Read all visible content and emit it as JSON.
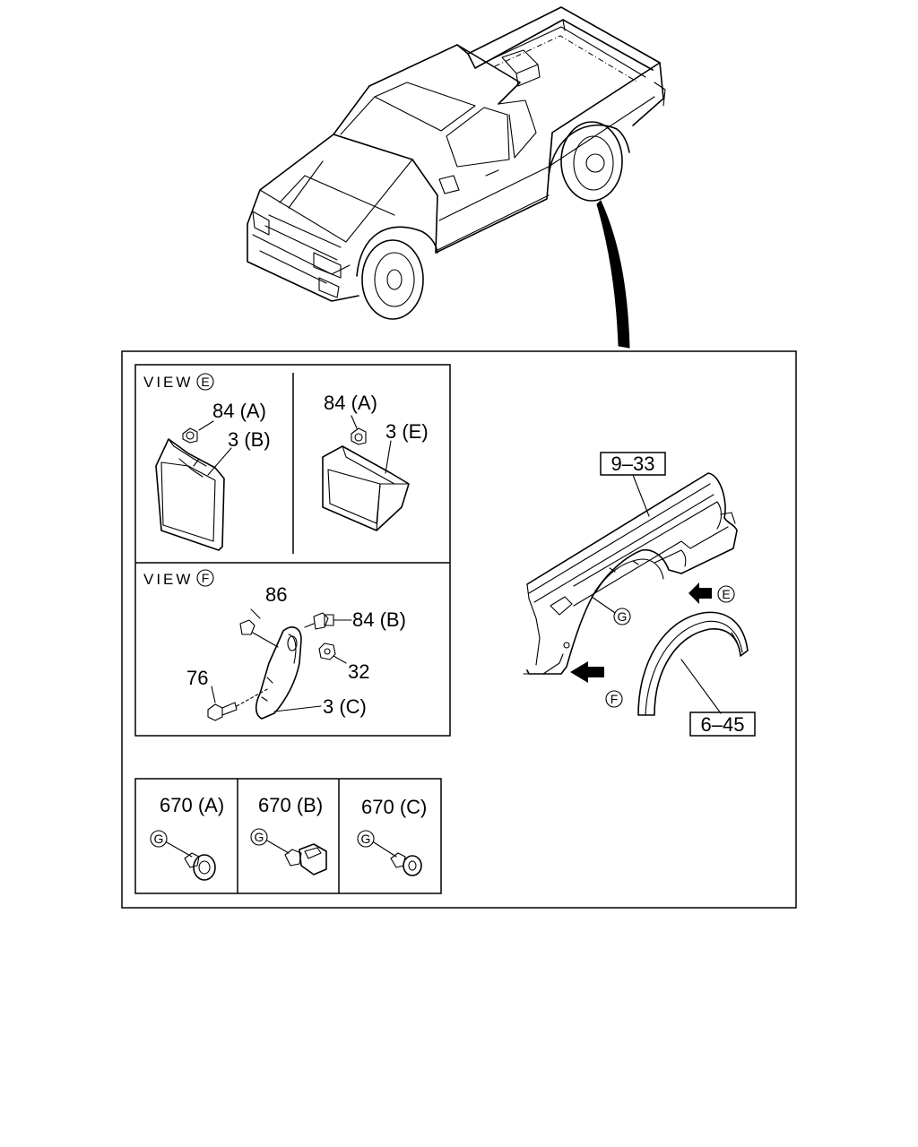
{
  "views": {
    "view_e_label": "VIEW",
    "view_e_marker": "E",
    "view_f_label": "VIEW",
    "view_f_marker": "F"
  },
  "callouts": {
    "part_84a_left": "84 (A)",
    "part_3b": "3 (B)",
    "part_84a_right": "84 (A)",
    "part_3e": "3 (E)",
    "part_86": "86",
    "part_84b": "84 (B)",
    "part_32": "32",
    "part_76": "76",
    "part_3c": "3 (C)",
    "part_670a": "670 (A)",
    "part_670b": "670 (B)",
    "part_670c": "670 (C)"
  },
  "markers": {
    "g": "G",
    "e": "E",
    "f": "F"
  },
  "refs": {
    "ref_9_33": "9–33",
    "ref_6_45": "6–45"
  }
}
